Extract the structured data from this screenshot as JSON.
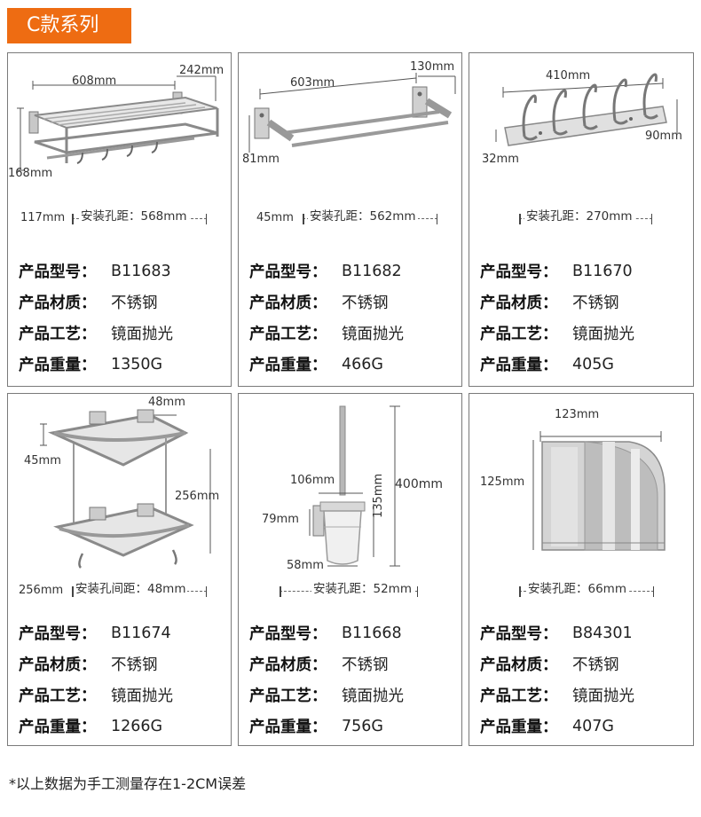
{
  "series_title": "C款系列",
  "spec_labels": {
    "model": "产品型号：",
    "material": "产品材质：",
    "process": "产品工艺：",
    "weight": "产品重量："
  },
  "products": [
    {
      "dims": [
        "608mm",
        "242mm",
        "168mm"
      ],
      "hole_side": "117mm",
      "hole_label": "安装孔距：568mm",
      "model": "B11683",
      "material": "不锈钢",
      "process": "镜面抛光",
      "weight": "1350G"
    },
    {
      "dims": [
        "603mm",
        "130mm",
        "81mm"
      ],
      "hole_side": "45mm",
      "hole_label": "安装孔距：562mm",
      "model": "B11682",
      "material": "不锈钢",
      "process": "镜面抛光",
      "weight": "466G"
    },
    {
      "dims": [
        "410mm",
        "32mm",
        "90mm"
      ],
      "hole_side": "",
      "hole_label": "安装孔距：270mm",
      "model": "B11670",
      "material": "不锈钢",
      "process": "镜面抛光",
      "weight": "405G"
    },
    {
      "dims": [
        "48mm",
        "45mm",
        "256mm"
      ],
      "hole_side": "256mm",
      "hole_label": "安装孔间距：48mm",
      "model": "B11674",
      "material": "不锈钢",
      "process": "镜面抛光",
      "weight": "1266G"
    },
    {
      "dims": [
        "106mm",
        "79mm",
        "58mm",
        "135mm",
        "400mm"
      ],
      "hole_side": "",
      "hole_label": "安装孔距：52mm",
      "model": "B11668",
      "material": "不锈钢",
      "process": "镜面抛光",
      "weight": "756G"
    },
    {
      "dims": [
        "123mm",
        "125mm"
      ],
      "hole_side": "",
      "hole_label": "安装孔距：66mm",
      "model": "B84301",
      "material": "不锈钢",
      "process": "镜面抛光",
      "weight": "407G"
    }
  ],
  "footnote": "*以上数据为手工测量存在1-2CM误差",
  "colors": {
    "accent": "#ee6c12",
    "border": "#7a7a7a"
  }
}
